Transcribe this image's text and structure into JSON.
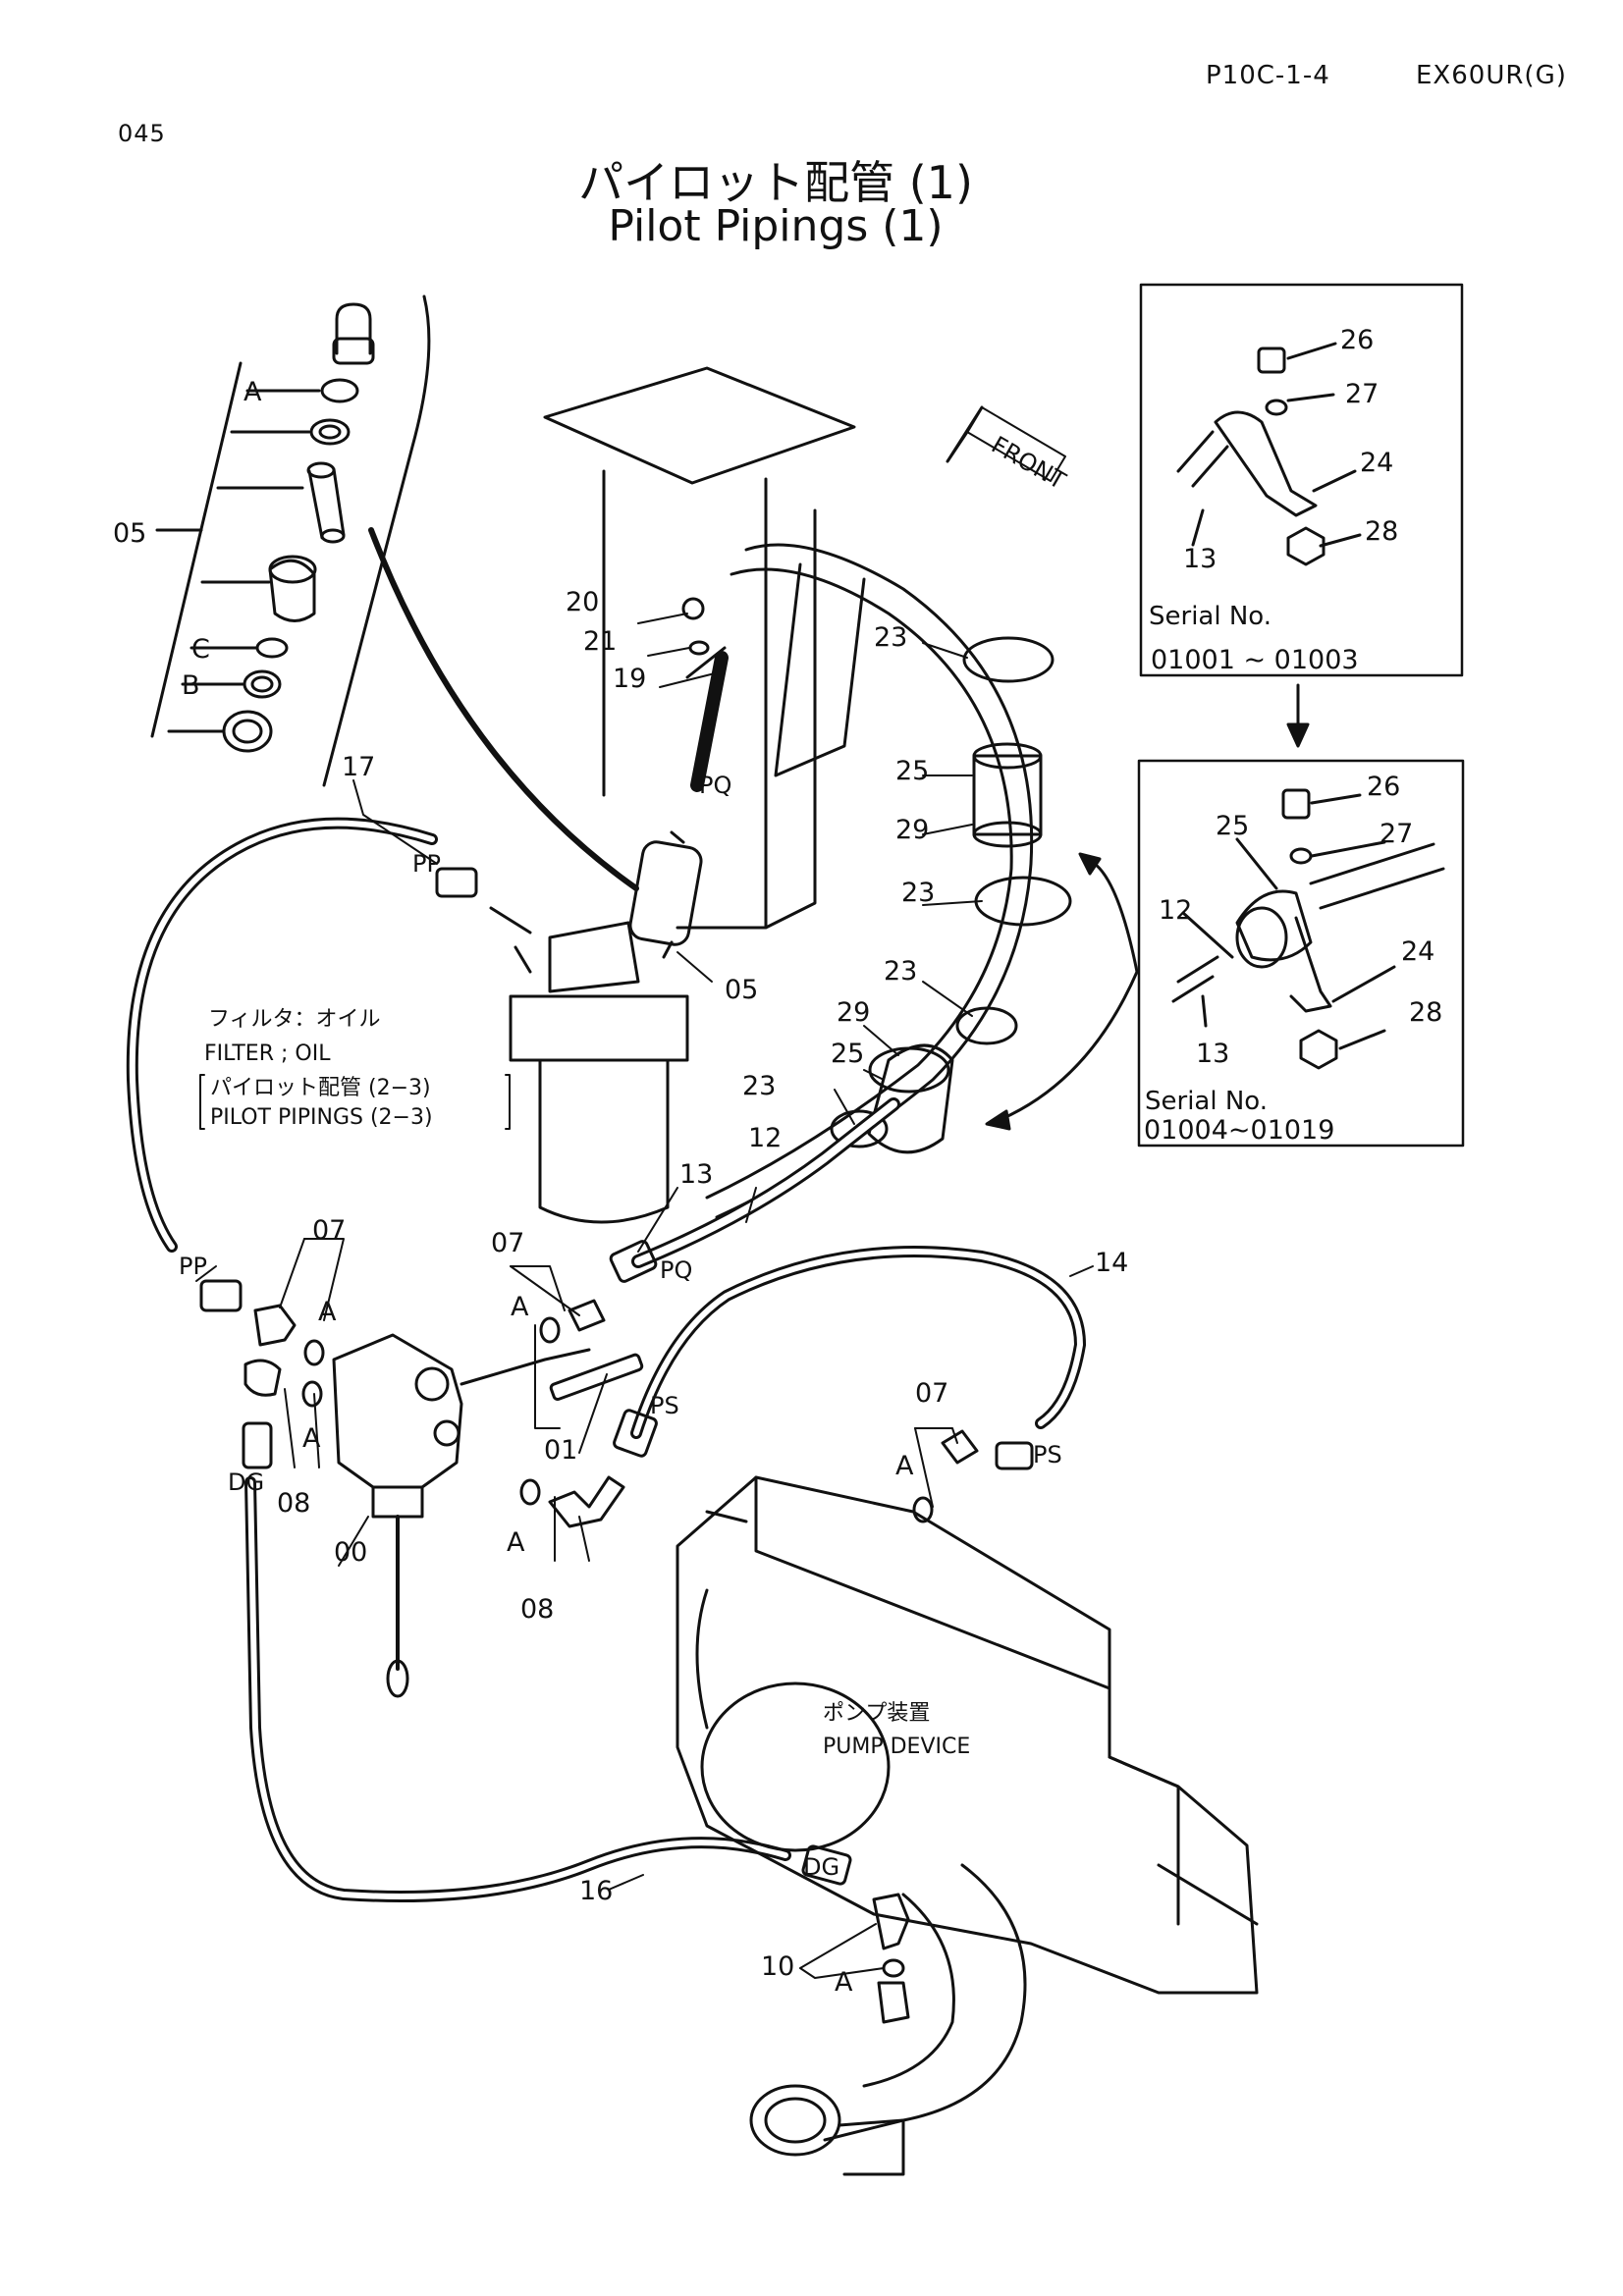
{
  "header": {
    "page_code": "P10C-1-4",
    "model": "EX60UR(G)",
    "page_number": "045"
  },
  "title": {
    "japanese": "パイロット配管 (1)",
    "english": "Pilot Pipings (1)"
  },
  "front_arrow_label": "FRONT",
  "notes": {
    "filter_jp": "フィルタ：オイル",
    "filter_en": "FILTER ; OIL",
    "ref_jp": "パイロット配管 (2−3)",
    "ref_en": "PILOT PIPINGS (2−3)",
    "pump_jp": "ポンプ装置",
    "pump_en": "PUMP DEVICE"
  },
  "inset_top": {
    "serial_label": "Serial No.",
    "serial_range": "01001 ∼ 01003",
    "parts": {
      "p26": "26",
      "p27": "27",
      "p24": "24",
      "p28": "28",
      "p13": "13"
    }
  },
  "inset_bottom": {
    "serial_label": "Serial No.",
    "serial_range": "01004∼01019",
    "parts": {
      "p26": "26",
      "p25": "25",
      "p27": "27",
      "p12": "12",
      "p24": "24",
      "p13": "13",
      "p28": "28"
    }
  },
  "parts": {
    "p00": "00",
    "p01": "01",
    "p05a": "05",
    "p05b": "05",
    "p07a": "07",
    "p07b": "07",
    "p07c": "07",
    "p08a": "08",
    "p08b": "08",
    "p10": "10",
    "p12": "12",
    "p13": "13",
    "p14": "14",
    "p16": "16",
    "p17": "17",
    "p19": "19",
    "p20": "20",
    "p21": "21",
    "p23a": "23",
    "p23b": "23",
    "p23c": "23",
    "p23d": "23",
    "p25a": "25",
    "p25b": "25",
    "p29a": "29",
    "p29b": "29"
  },
  "seal_marks": {
    "a1": "A",
    "a2": "A",
    "a3": "A",
    "a4": "A",
    "a5": "A",
    "a6": "A",
    "a7": "A",
    "b1": "B",
    "c1": "C"
  },
  "port_codes": {
    "pp1": "PP",
    "pp2": "PP",
    "pq1": "PQ",
    "pq2": "PQ",
    "ps1": "PS",
    "ps2": "PS",
    "dg1": "DG",
    "dg2": "DG"
  }
}
